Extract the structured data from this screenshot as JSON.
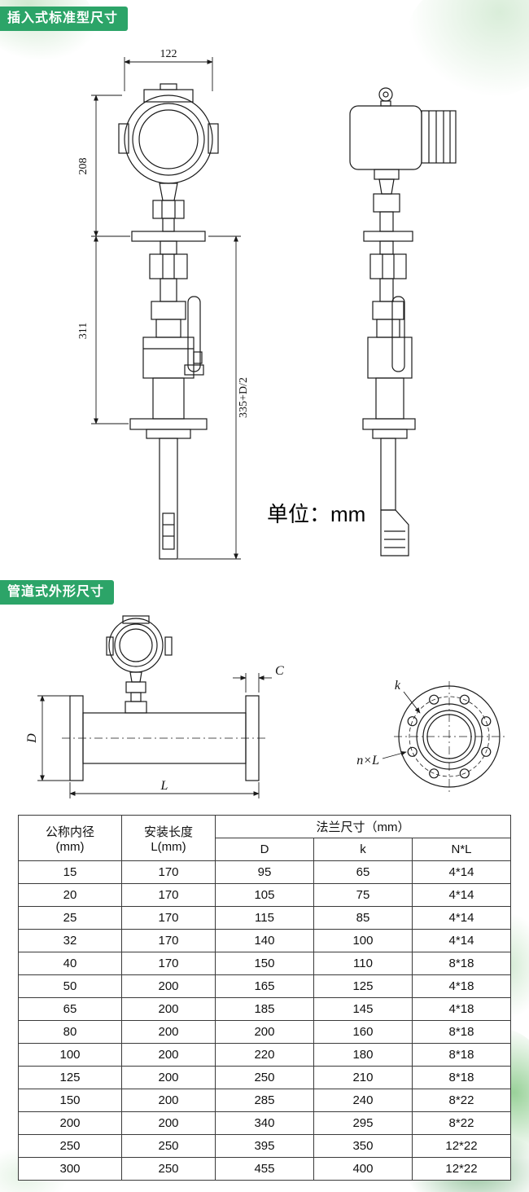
{
  "page": {
    "accent_green": "#2ca468",
    "line_color": "#1a1a1a"
  },
  "sections": {
    "insertion": {
      "badge": "插入式标准型尺寸",
      "unit_note": "单位：mm",
      "dimensions": {
        "head_width": "122",
        "upper_height": "208",
        "middle_height": "311",
        "insertion_depth": "335+D/2"
      }
    },
    "pipeline": {
      "badge": "管道式外形尺寸",
      "dimensions": {
        "flange_thickness": "C",
        "pipe_diameter": "D",
        "install_length": "L",
        "bolt_circle": "k",
        "bolt_holes": "n×L"
      }
    }
  },
  "table": {
    "headers": {
      "nominal_line1": "公称内径",
      "nominal_line2": "(mm)",
      "length_line1": "安装长度",
      "length_line2": "L(mm)",
      "flange_group": "法兰尺寸（mm）",
      "flange_d": "D",
      "flange_k": "k",
      "flange_nl": "N*L"
    },
    "rows": [
      [
        "15",
        "170",
        "95",
        "65",
        "4*14"
      ],
      [
        "20",
        "170",
        "105",
        "75",
        "4*14"
      ],
      [
        "25",
        "170",
        "115",
        "85",
        "4*14"
      ],
      [
        "32",
        "170",
        "140",
        "100",
        "4*14"
      ],
      [
        "40",
        "170",
        "150",
        "110",
        "8*18"
      ],
      [
        "50",
        "200",
        "165",
        "125",
        "4*18"
      ],
      [
        "65",
        "200",
        "185",
        "145",
        "4*18"
      ],
      [
        "80",
        "200",
        "200",
        "160",
        "8*18"
      ],
      [
        "100",
        "200",
        "220",
        "180",
        "8*18"
      ],
      [
        "125",
        "200",
        "250",
        "210",
        "8*18"
      ],
      [
        "150",
        "200",
        "285",
        "240",
        "8*22"
      ],
      [
        "200",
        "200",
        "340",
        "295",
        "8*22"
      ],
      [
        "250",
        "250",
        "395",
        "350",
        "12*22"
      ],
      [
        "300",
        "250",
        "455",
        "400",
        "12*22"
      ]
    ]
  }
}
